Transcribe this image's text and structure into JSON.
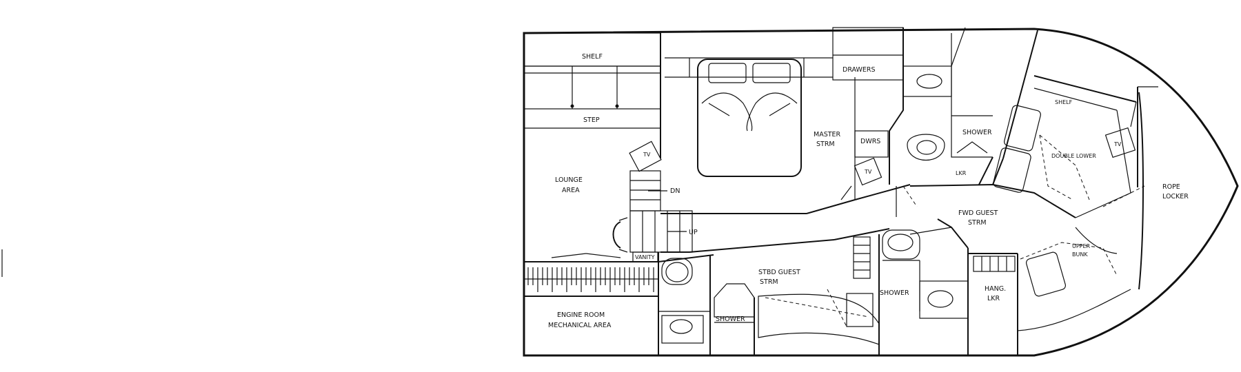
{
  "labels": {
    "shelf": "SHELF",
    "step": "STEP",
    "tv_lounge": "TV",
    "lounge_area": "LOUNGE",
    "lounge_area_2": "AREA",
    "dn": "DN",
    "up": "UP",
    "vanity": "VANITY",
    "engine_room": "ENGINE ROOM",
    "mechanical_area": "MECHANICAL AREA",
    "drawers": "DRAWERS",
    "master_stateroom": "MASTER",
    "master_stateroom_2": "STRM",
    "dwrs": "DWRS",
    "tv_master": "TV",
    "stbd_guest": "STBD GUEST",
    "stbd_guest_2": "STRM",
    "shower_aft": "SHOWER",
    "shower_mid": "SHOWER",
    "shower_fwd": "SHOWER",
    "lkr": "LKR",
    "fwd_guest": "FWD GUEST",
    "fwd_guest_2": "STRM",
    "hang_lkr": "HANG.",
    "hang_lkr_2": "LKR",
    "shelf_fwd": "SHELF",
    "double_lower": "DOUBLE LOWER",
    "tv_fwd": "TV",
    "upper_bunk": "UPPER",
    "upper_bunk_2": "BUNK",
    "rope_locker": "ROPE",
    "rope_locker_2": "LOCKER"
  }
}
